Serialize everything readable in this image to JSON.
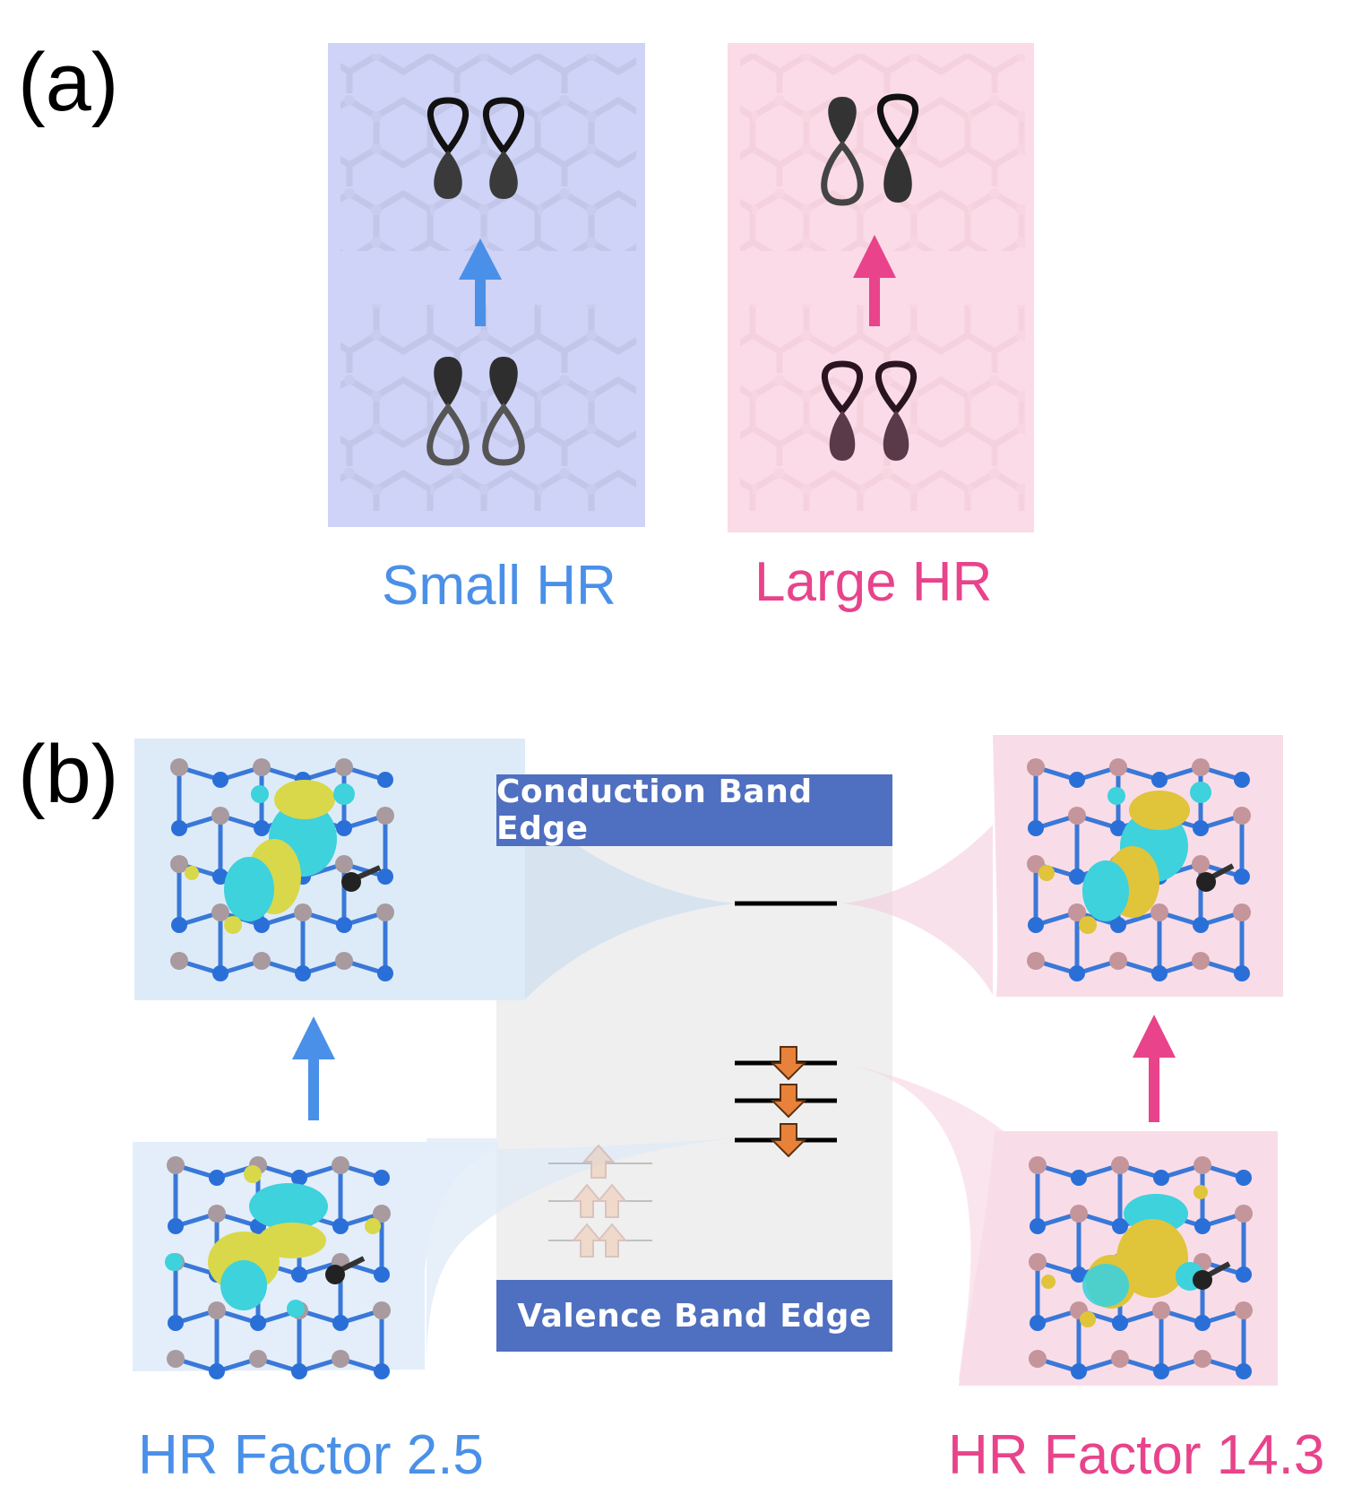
{
  "panel_a": {
    "letter": "(a)",
    "left_caption": "Small HR",
    "right_caption": "Large HR",
    "left_color": "#4a90e8",
    "right_color": "#e8438b"
  },
  "panel_b": {
    "letter": "(b)",
    "conduction_label": "Conduction Band Edge",
    "valence_label": "Valence Band Edge",
    "left_caption": "HR Factor 2.5",
    "right_caption": "HR Factor 14.3",
    "left_color": "#4a90e8",
    "right_color": "#e8438b",
    "band_color": "#4f6fc0",
    "spin_arrow_color": "#e8823a",
    "lattice_colors": {
      "nitrogen": "#2a6fd8",
      "boron_left": "#a89a9e",
      "boron_right": "#c4959a",
      "carbon": "#222222"
    },
    "isosurface_colors": {
      "positive": "#3dd2dc",
      "negative": "#d9d84a"
    }
  }
}
